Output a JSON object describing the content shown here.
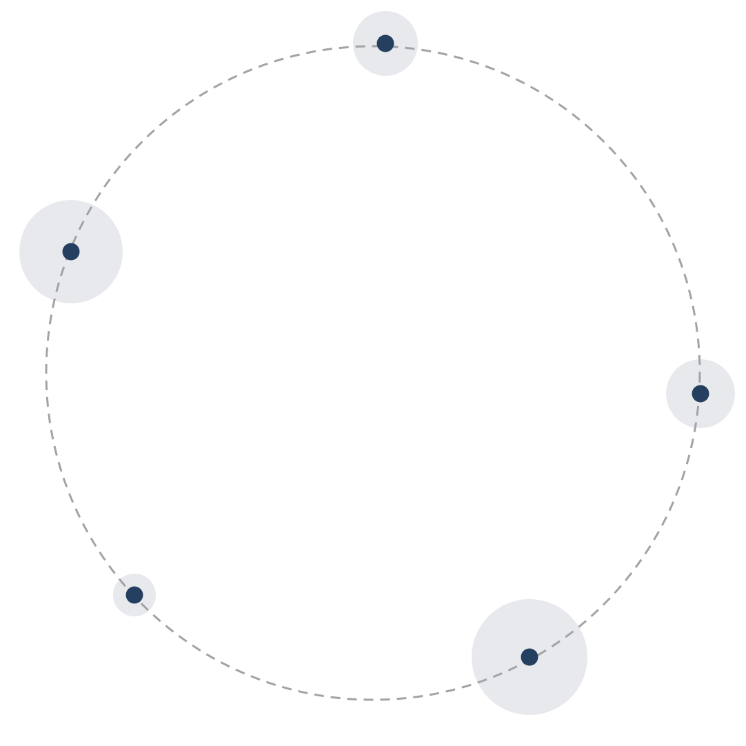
{
  "diagram": {
    "type": "orbit-ring",
    "node_count": 5,
    "nodes": [
      {
        "id": "node-top"
      },
      {
        "id": "node-upper-left"
      },
      {
        "id": "node-right"
      },
      {
        "id": "node-lower-left"
      },
      {
        "id": "node-bottom-right"
      }
    ]
  },
  "colors": {
    "ring": "#a3a3a6",
    "halo": "#e8e9ed",
    "dot": "#253f60",
    "background": "#ffffff"
  }
}
